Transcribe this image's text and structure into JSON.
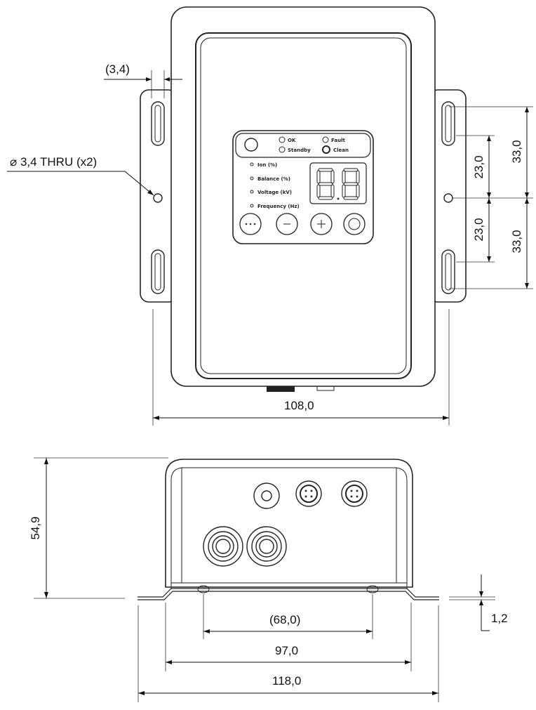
{
  "dimensions": {
    "slot_width": "(3,4)",
    "hole_callout": "⌀ 3,4 THRU (x2)",
    "spacing_23_top": "23,0",
    "spacing_33_top": "33,0",
    "spacing_23_bottom": "23,0",
    "spacing_33_bottom": "33,0",
    "width_108": "108,0",
    "height_54": "54,9",
    "width_68": "(68,0)",
    "width_97": "97,0",
    "width_118": "118,0",
    "thickness_1_2": "1,2"
  },
  "control_panel": {
    "status_ok": "OK",
    "status_fault": "Fault",
    "status_standby": "Standby",
    "status_clean": "Clean",
    "readout_ion": "Ion (%)",
    "readout_balance": "Balance (%)",
    "readout_voltage": "Voltage (kV)",
    "readout_frequency": "Frequency (Hz)",
    "display_digits": "8.8",
    "button_menu_icon": "dots-icon",
    "button_minus_icon": "minus-icon",
    "button_plus_icon": "plus-icon",
    "button_power_icon": "circle-icon"
  },
  "colors": {
    "line": "#222222",
    "background": "#ffffff"
  }
}
